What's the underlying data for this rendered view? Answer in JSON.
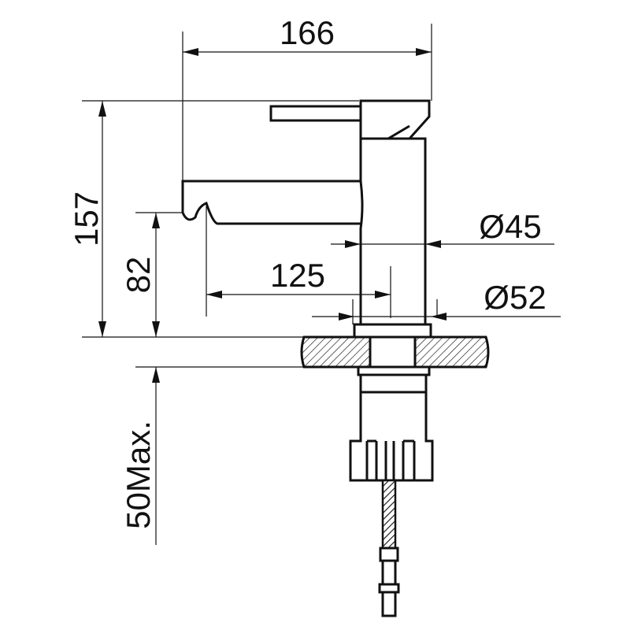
{
  "dimensions": {
    "overall_width": "166",
    "overall_height": "157",
    "spout_height": "82",
    "spout_reach": "125",
    "body_diameter": "Ø45",
    "base_diameter": "Ø52",
    "max_deck_thickness": "50Max."
  },
  "colors": {
    "line": "#111111",
    "background": "#ffffff"
  }
}
